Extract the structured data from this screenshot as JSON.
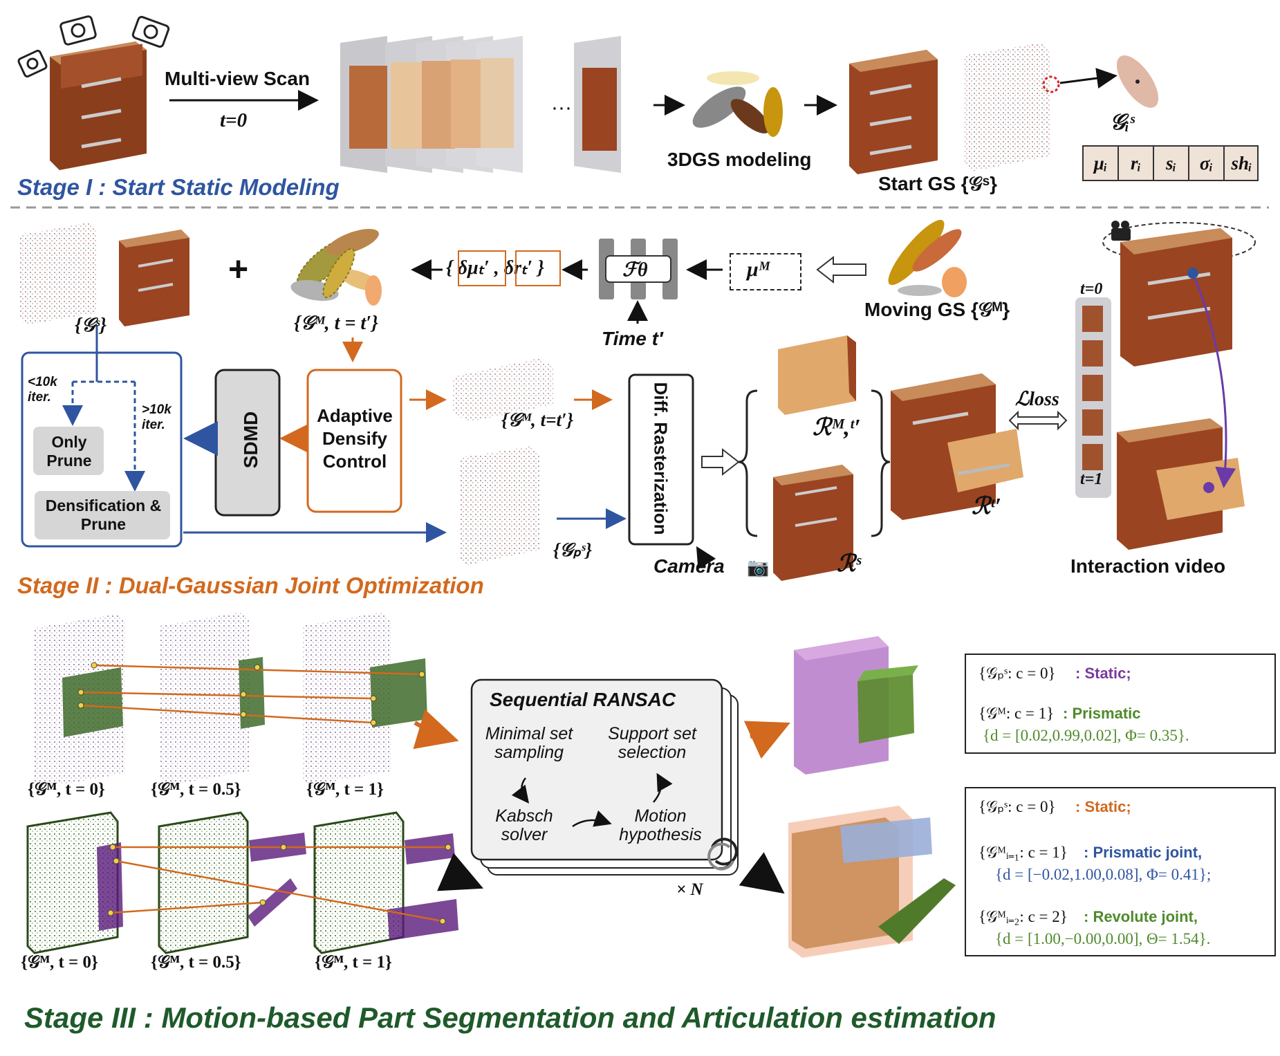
{
  "stage1": {
    "multiview": "Multi-view Scan",
    "t0": "t=0",
    "gs_modeling": "3DGS modeling",
    "start_gs": "Start GS {𝒢ˢ}",
    "gi": "𝒢ᵢˢ",
    "attrs": [
      "μᵢ",
      "rᵢ",
      "sᵢ",
      "σᵢ",
      "shᵢ"
    ],
    "title": "Stage I : Start Static Modeling"
  },
  "stage2": {
    "gs_static": "{𝒢ˢ}",
    "gm_t": "{𝒢ᴹ, t = t′}",
    "delta": "{ δμₜ′ , δrₜ′ }",
    "f_theta": "ℱθ",
    "mu_m": "μᴹ",
    "time": "Time t′",
    "moving_gs": "Moving GS {𝒢ᴹ}",
    "lt10k": "<10k iter.",
    "gt10k": ">10k iter.",
    "only_prune": "Only Prune",
    "densify": "Densification & Prune",
    "sdmd": "SDMD",
    "adc": "Adaptive Densify Control",
    "gm_tt": "{𝒢ᴹ, t=t′}",
    "gsp": "{𝒢ₚˢ}",
    "diff_raster": "Diff. Rasterization",
    "camera": "Camera",
    "rmt": "ℛᴹ,ᵗ′",
    "rs": "ℛˢ",
    "rt": "ℛᵗ′",
    "loss": "ℒloss",
    "t0": "t=0",
    "t1": "t=1",
    "interaction": "Interaction video",
    "title": "Stage II : Dual-Gaussian Joint Optimization"
  },
  "stage3": {
    "row1_labels": [
      "{𝒢ᴹ, t = 0}",
      "{𝒢ᴹ, t = 0.5}",
      "{𝒢ᴹ, t = 1}"
    ],
    "row2_labels": [
      "{𝒢ᴹ, t = 0}",
      "{𝒢ᴹ, t = 0.5}",
      "{𝒢ᴹ, t = 1}"
    ],
    "ransac_title": "Sequential RANSAC",
    "minimal": "Minimal set sampling",
    "support": "Support set selection",
    "kabsch": "Kabsch solver",
    "motion": "Motion hypothesis",
    "xn": "× N",
    "legend1": {
      "static_key": "{𝒢ₚˢ: c = 0}",
      "static_val": ": Static;",
      "pris_key": "{𝒢ᴹ: c = 1}",
      "pris_val": ": Prismatic",
      "pris_params": "{d = [0.02,0.99,0.02], Φ= 0.35}."
    },
    "legend2": {
      "static_key": "{𝒢ₚˢ: c = 0}",
      "static_val": ": Static;",
      "j1_key": "{𝒢ᴹᵢ₌₁: c = 1}",
      "j1_val": ": Prismatic joint,",
      "j1_params": "{d = [−0.02,1.00,0.08], Φ= 0.41};",
      "j2_key": "{𝒢ᴹᵢ₌₂: c = 2}",
      "j2_val": ": Revolute joint,",
      "j2_params": "{d = [1.00,−0.00,0.00], Θ= 1.54}."
    },
    "title": "Stage III : Motion-based Part Segmentation and Articulation estimation"
  },
  "colors": {
    "stage1": "#2f55a0",
    "stage2": "#d2691e",
    "stage3": "#1e5a2a",
    "static_purple": "#7a3a9a",
    "prismatic_green": "#4f8a2a",
    "joint_blue": "#2f55a0",
    "cabinet": "#a0522d"
  }
}
